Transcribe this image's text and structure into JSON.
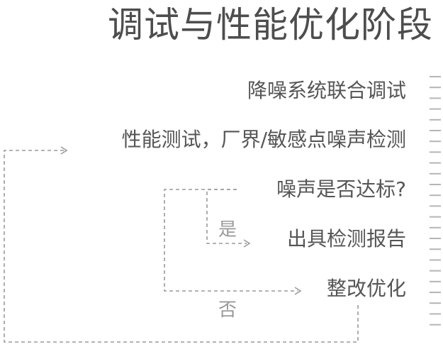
{
  "title": "调试与性能优化阶段",
  "steps": [
    "降噪系统联合调试",
    "性能测试，厂界/敏感点噪声检测",
    "噪声是否达标?",
    "出具检测报告",
    "整改优化"
  ],
  "branches": {
    "yes": "是",
    "no": "否"
  },
  "colors": {
    "text": "#555555",
    "line": "#9a9a9a",
    "ruler": "#b5b5b5"
  }
}
